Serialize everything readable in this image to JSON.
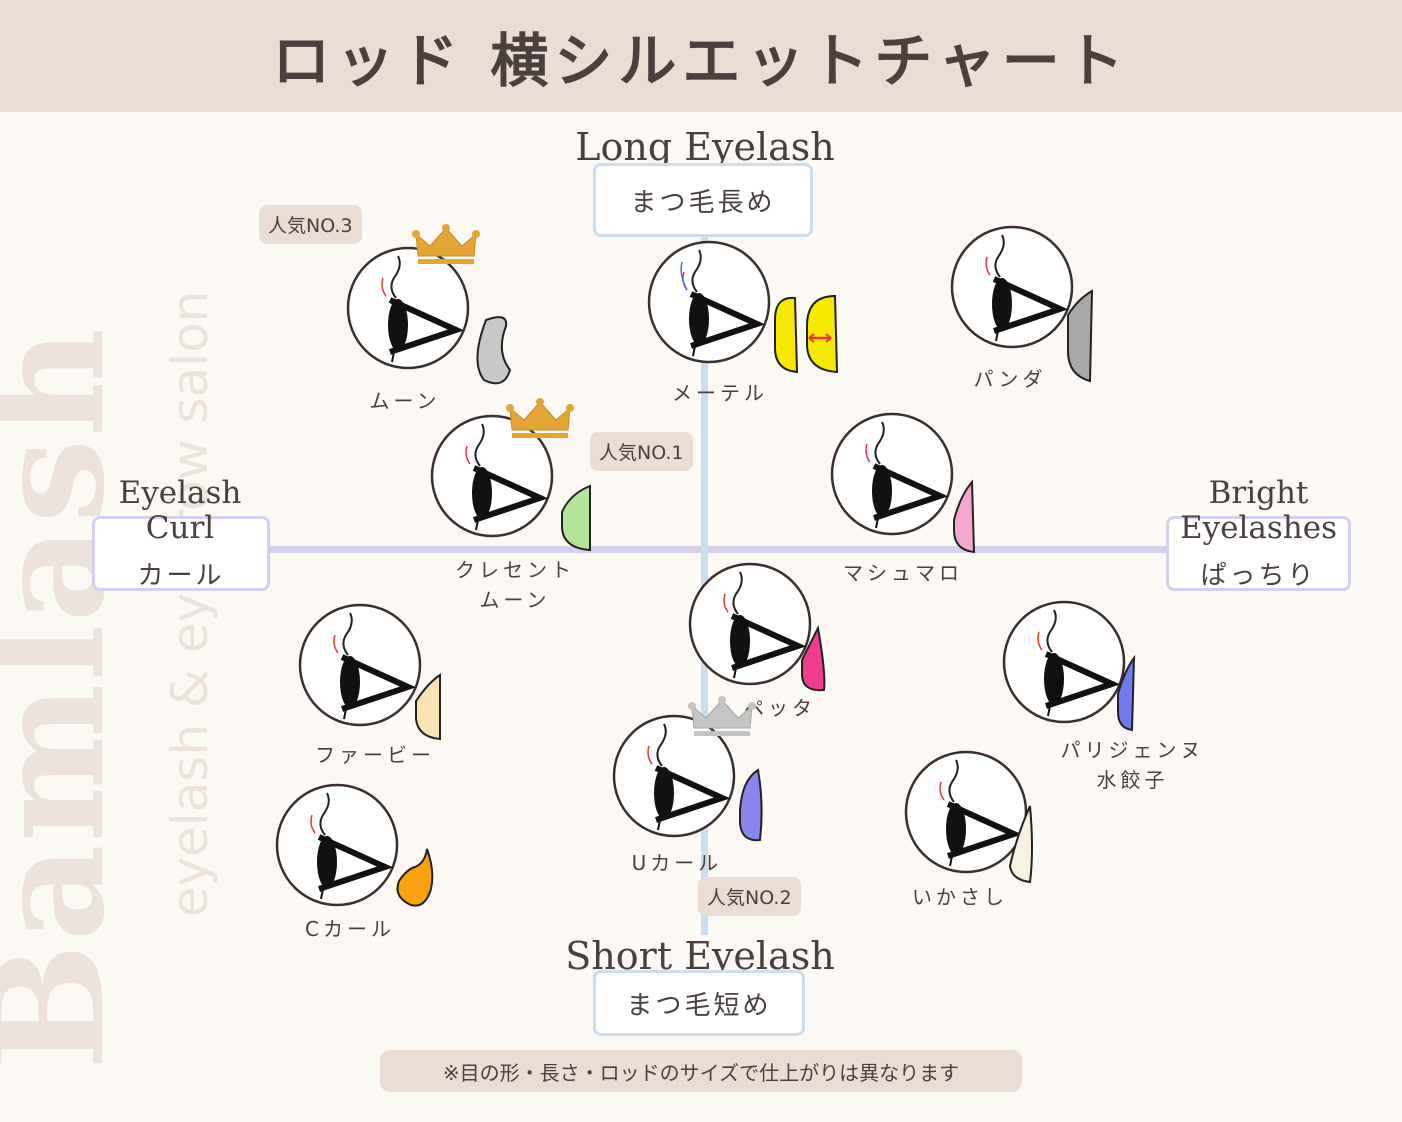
{
  "title": "ロッド 横シルエットチャート",
  "watermark": {
    "brand": "Bamlash",
    "subtitle": "eyelash & eyebrow salon"
  },
  "axes": {
    "top": {
      "title": "Long Eyelash",
      "sub": "まつ毛長め"
    },
    "bottom": {
      "title": "Short Eyelash",
      "sub": "まつ毛短め"
    },
    "left": {
      "title_line1": "Eyelash",
      "title_line2": "Curl",
      "sub": "カール"
    },
    "right": {
      "title_line1": "Bright",
      "title_line2": "Eyelashes",
      "sub": "ぱっちり"
    }
  },
  "badges": {
    "no1": "人気NO.1",
    "no2": "人気NO.2",
    "no3": "人気NO.3"
  },
  "items": {
    "moon": {
      "label": "ムーン",
      "color": "#c8c8c8",
      "crown": "gold"
    },
    "meter": {
      "label": "メーテル",
      "color": "#f6e800"
    },
    "panda": {
      "label": "パンダ",
      "color": "#a8a8a8"
    },
    "crescent": {
      "label_line1": "クレセント",
      "label_line2": "ムーン",
      "color": "#b6e39a",
      "crown": "gold"
    },
    "marshmallow": {
      "label": "マシュマロ",
      "color": "#f5a6cf"
    },
    "furby": {
      "label": "ファービー",
      "color": "#f7e2b3"
    },
    "petta": {
      "label": "ペッタ",
      "color": "#ef3c90"
    },
    "parisienne": {
      "label_line1": "パリジェンヌ",
      "label_line2": "水餃子",
      "color": "#6f7cf0"
    },
    "ucurl": {
      "label": "Uカール",
      "color": "#8a86f0",
      "crown": "silver"
    },
    "ikasashi": {
      "label": "いかさし",
      "color": "#f7f1dd"
    },
    "ccurl": {
      "label": "Cカール",
      "color": "#f9a10f"
    }
  },
  "note": "※目の形・長さ・ロッドのサイズで仕上がりは異なります"
}
